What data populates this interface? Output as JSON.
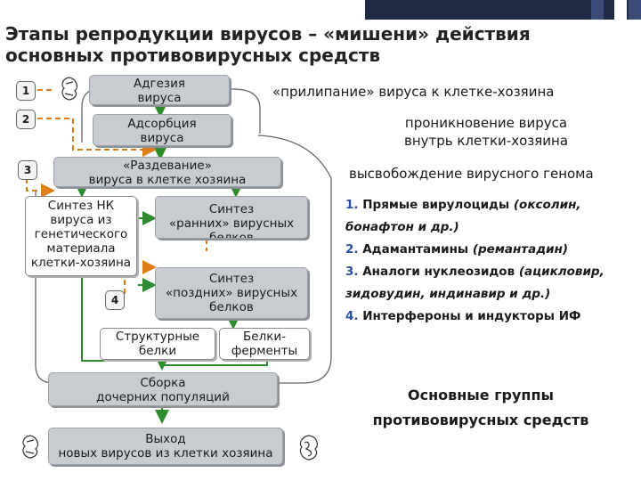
{
  "title": {
    "line1": "Этапы репродукции вирусов – «мишени» действия",
    "line2": "основных противовирусных средств"
  },
  "steps": {
    "n1": "1",
    "n2": "2",
    "n3": "3",
    "n4": "4"
  },
  "boxes": {
    "adhesion": [
      "Адгезия",
      "вируса"
    ],
    "adsorption": [
      "Адсорбция",
      "вируса"
    ],
    "uncoating": [
      "«Раздевание»",
      "вируса в клетке хозяина"
    ],
    "na_synthesis": [
      "Синтез НК",
      "вируса из",
      "генетического",
      "материала",
      "клетки-хозяина"
    ],
    "early_proteins": [
      "Синтез",
      "«ранних» вирусных",
      "белков"
    ],
    "late_proteins": [
      "Синтез",
      "«поздних» вирусных",
      "белков"
    ],
    "structural": [
      "Структурные",
      "белки"
    ],
    "enzymes": [
      "Белки-",
      "ферменты"
    ],
    "assembly": [
      "Сборка",
      "дочерних популяций"
    ],
    "exit": [
      "Выход",
      "новых вирусов из клетки хозяина"
    ]
  },
  "annotations": {
    "attachment": "«прилипание» вируса  к клетке-хозяина",
    "penetration": [
      "проникновение вируса",
      "внутрь клетки-хозяина"
    ],
    "release": "высвобождение вирусного генома"
  },
  "drug_groups": [
    {
      "num": "1.",
      "text": " Прямые вирулоциды ",
      "italic": "(оксолин, бонафтон и др.)"
    },
    {
      "num": "2.",
      "text": " Адамантамины ",
      "italic": "(ремантадин)"
    },
    {
      "num": "3.",
      "text": " Аналоги нуклеозидов ",
      "italic": "(ацикловир, зидовудин, индинавир и др.)"
    },
    {
      "num": "4.",
      "text": " Интерфероны и индукторы ИФ",
      "italic": ""
    }
  ],
  "summary": [
    "Основные группы",
    "противовирусных средств"
  ],
  "colors": {
    "accent_orange": "#e07b1a",
    "arrow_green": "#2e8b2e",
    "box_gray": "#c8ccd1",
    "number_blue": "#2b4ea0",
    "top_band": "#1f2a44"
  },
  "icons": [
    "virus-icon"
  ]
}
